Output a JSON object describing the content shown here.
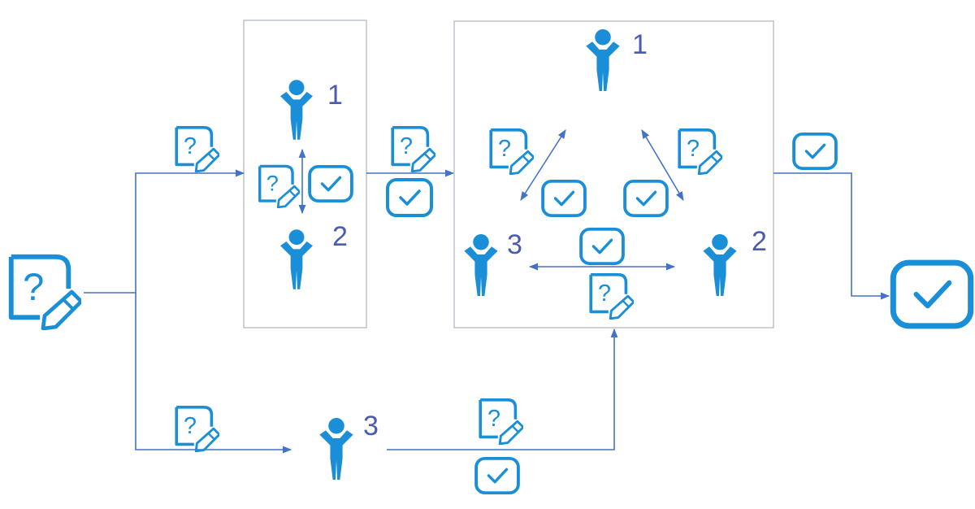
{
  "colors": {
    "icon": "#1a8fd8",
    "connector": "#4472c4",
    "label": "#4a5bb0",
    "panel_border": "#aeb5bd"
  },
  "icons": {
    "person": "person-icon",
    "question_doc": "question-document-icon",
    "check": "checkmark-icon"
  },
  "glyphs": {
    "question": "?",
    "check": "✓"
  },
  "labels": {
    "p1_top": "1",
    "p2_left": "2",
    "p1_right": "1",
    "p3_right": "3",
    "p2_right": "2",
    "p3_bottom": "3"
  }
}
